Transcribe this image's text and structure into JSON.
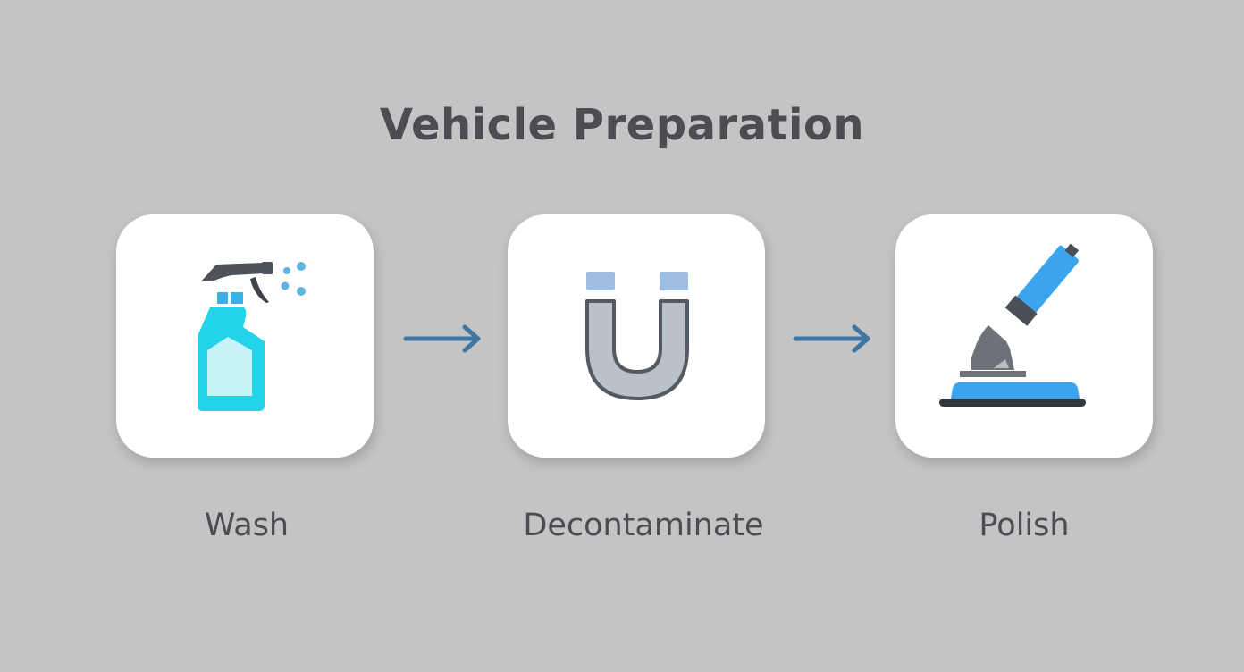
{
  "title": "Vehicle Preparation",
  "steps": [
    {
      "label": "Wash",
      "icon": "spray-bottle-icon"
    },
    {
      "label": "Decontaminate",
      "icon": "magnet-icon"
    },
    {
      "label": "Polish",
      "icon": "polisher-icon"
    }
  ],
  "connectors": [
    "arrow-right-icon",
    "arrow-right-icon"
  ],
  "colors": {
    "background": "#c4c4c4",
    "card": "#ffffff",
    "text": "#4b4d52",
    "arrow": "#3f75a0",
    "bottle": "#22d3ea",
    "bottle_label": "#c8f3f9",
    "trigger": "#4e5259",
    "droplets": "#5fb3e3",
    "magnet_fill": "#b9c1c9",
    "magnet_outline": "#555a60",
    "magnet_tips": "#9fbfe0",
    "polisher_blue": "#3aa4ee",
    "polisher_dark": "#2f3a40"
  }
}
